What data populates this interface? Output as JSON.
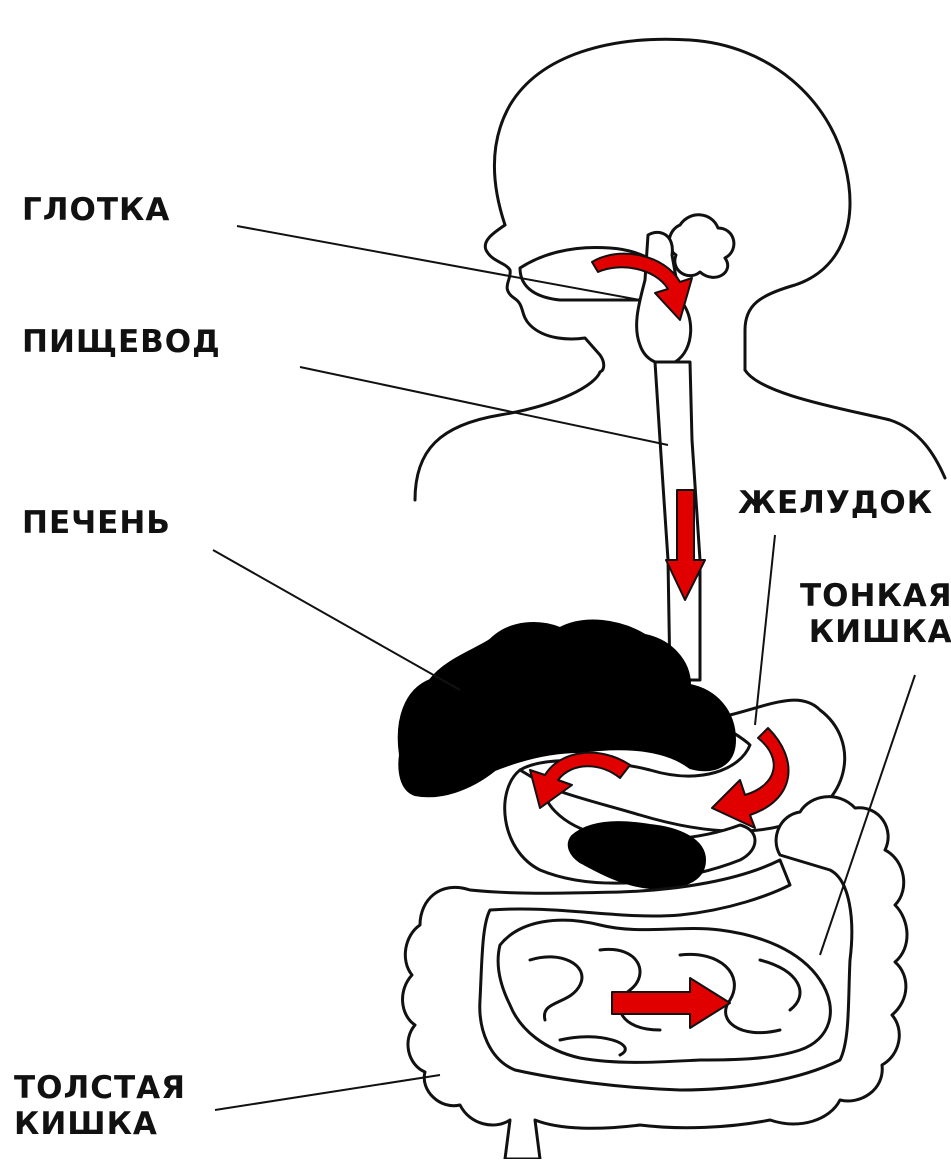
{
  "labels": {
    "pharynx": "ГЛОТКА",
    "esophagus": "ПИЩЕВОД",
    "liver": "ПЕЧЕНЬ",
    "stomach": "ЖЕЛУДОК",
    "small_intestine_line1": "ТОНКАЯ",
    "small_intestine_line2": "КИШКА",
    "large_intestine_line1": "ТОЛСТАЯ",
    "large_intestine_line2": "КИШКА"
  },
  "colors": {
    "outline": "#111111",
    "organ_fill": "#000000",
    "arrow": "#e00000",
    "shadow": "#e8e8ee"
  }
}
